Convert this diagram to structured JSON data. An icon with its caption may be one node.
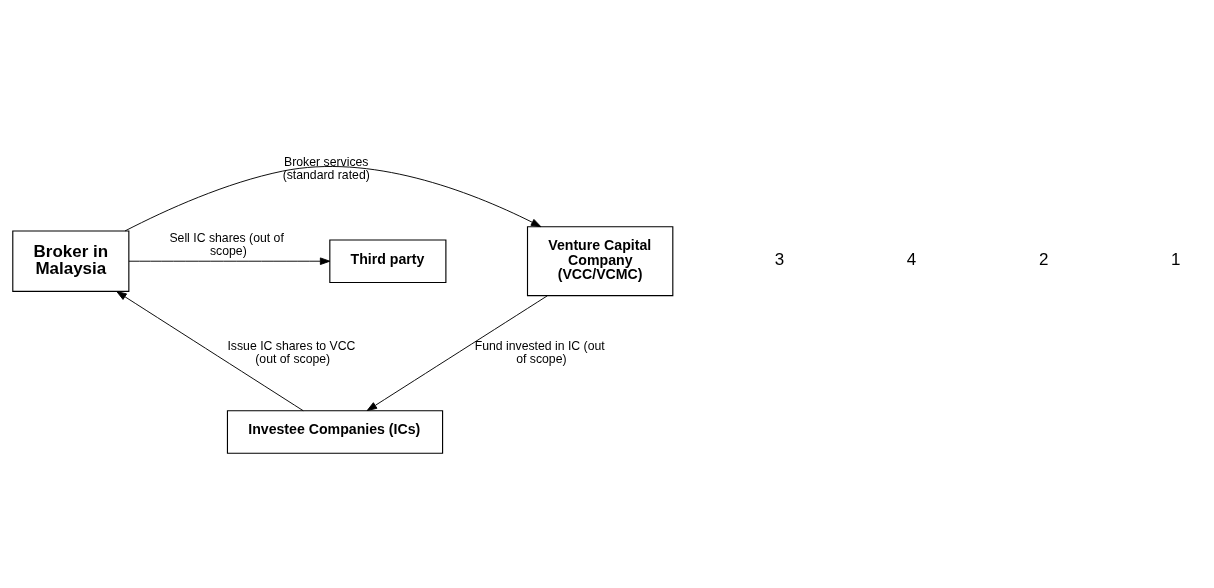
{
  "diagram": {
    "nodes": [
      {
        "text": [
          "Venture Capital Company (VCC/VCMC)"
        ]
      },
      {
        "text": [
          "Broker in Malaysia"
        ]
      },
      {
        "text": [
          "Third party"
        ]
      },
      {
        "text": [
          "Investee Companies (ICs)"
        ]
      }
    ],
    "edges": [
      {
        "from": 0,
        "to": 3,
        "arrow": "to",
        "label": "Fund invested in IC (out of scope)"
      },
      {
        "from": 3,
        "to": 1,
        "arrow": "to",
        "label": "Issue IC shares to VCC (out of scope)"
      },
      {
        "from": 1,
        "to": 2,
        "arrow": "to",
        "label": "Sell IC shares (out of scope)"
      },
      {
        "from": 1,
        "to": 0,
        "arrow": "to",
        "label": "Broker services (standard rated)"
      }
    ],
    "labels": [
      "3",
      "4",
      "2",
      "1"
    ]
  }
}
